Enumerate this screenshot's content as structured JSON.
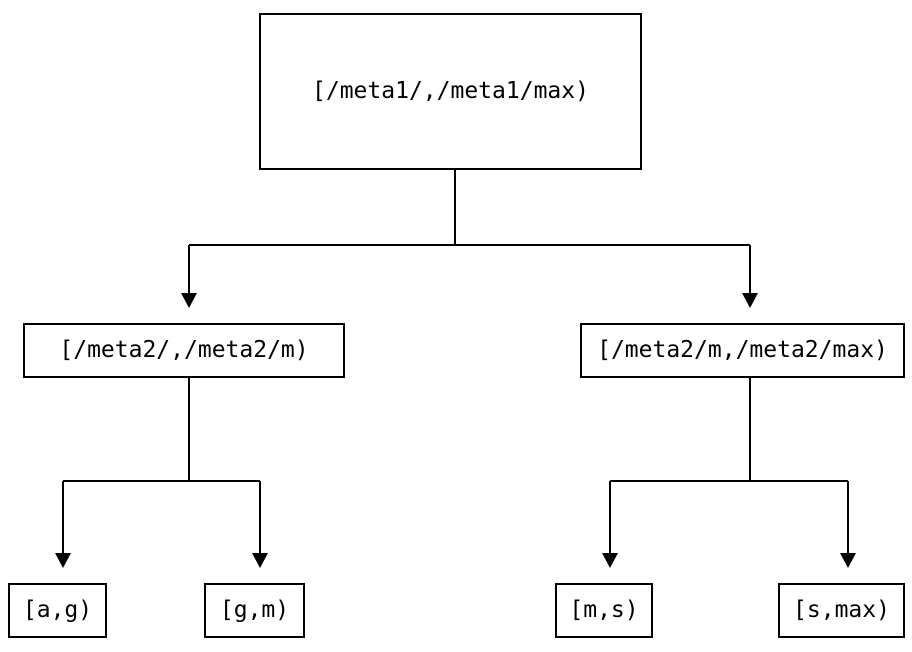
{
  "diagram": {
    "type": "tree",
    "background_color": "#ffffff",
    "line_color": "#000000",
    "text_color": "#000000",
    "nodes": {
      "root": {
        "label": "[/meta1/,/meta1/max)"
      },
      "l2_left": {
        "label": "[/meta2/,/meta2/m)"
      },
      "l2_right": {
        "label": "[/meta2/m,/meta2/max)"
      },
      "leaf_ag": {
        "label": "[a,g)"
      },
      "leaf_gm": {
        "label": "[g,m)"
      },
      "leaf_ms": {
        "label": "[m,s)"
      },
      "leaf_smax": {
        "label": "[s,max)"
      }
    },
    "edges": [
      {
        "from": "root",
        "to": "l2_left"
      },
      {
        "from": "root",
        "to": "l2_right"
      },
      {
        "from": "l2_left",
        "to": "leaf_ag"
      },
      {
        "from": "l2_left",
        "to": "leaf_gm"
      },
      {
        "from": "l2_right",
        "to": "leaf_ms"
      },
      {
        "from": "l2_right",
        "to": "leaf_smax"
      }
    ]
  }
}
